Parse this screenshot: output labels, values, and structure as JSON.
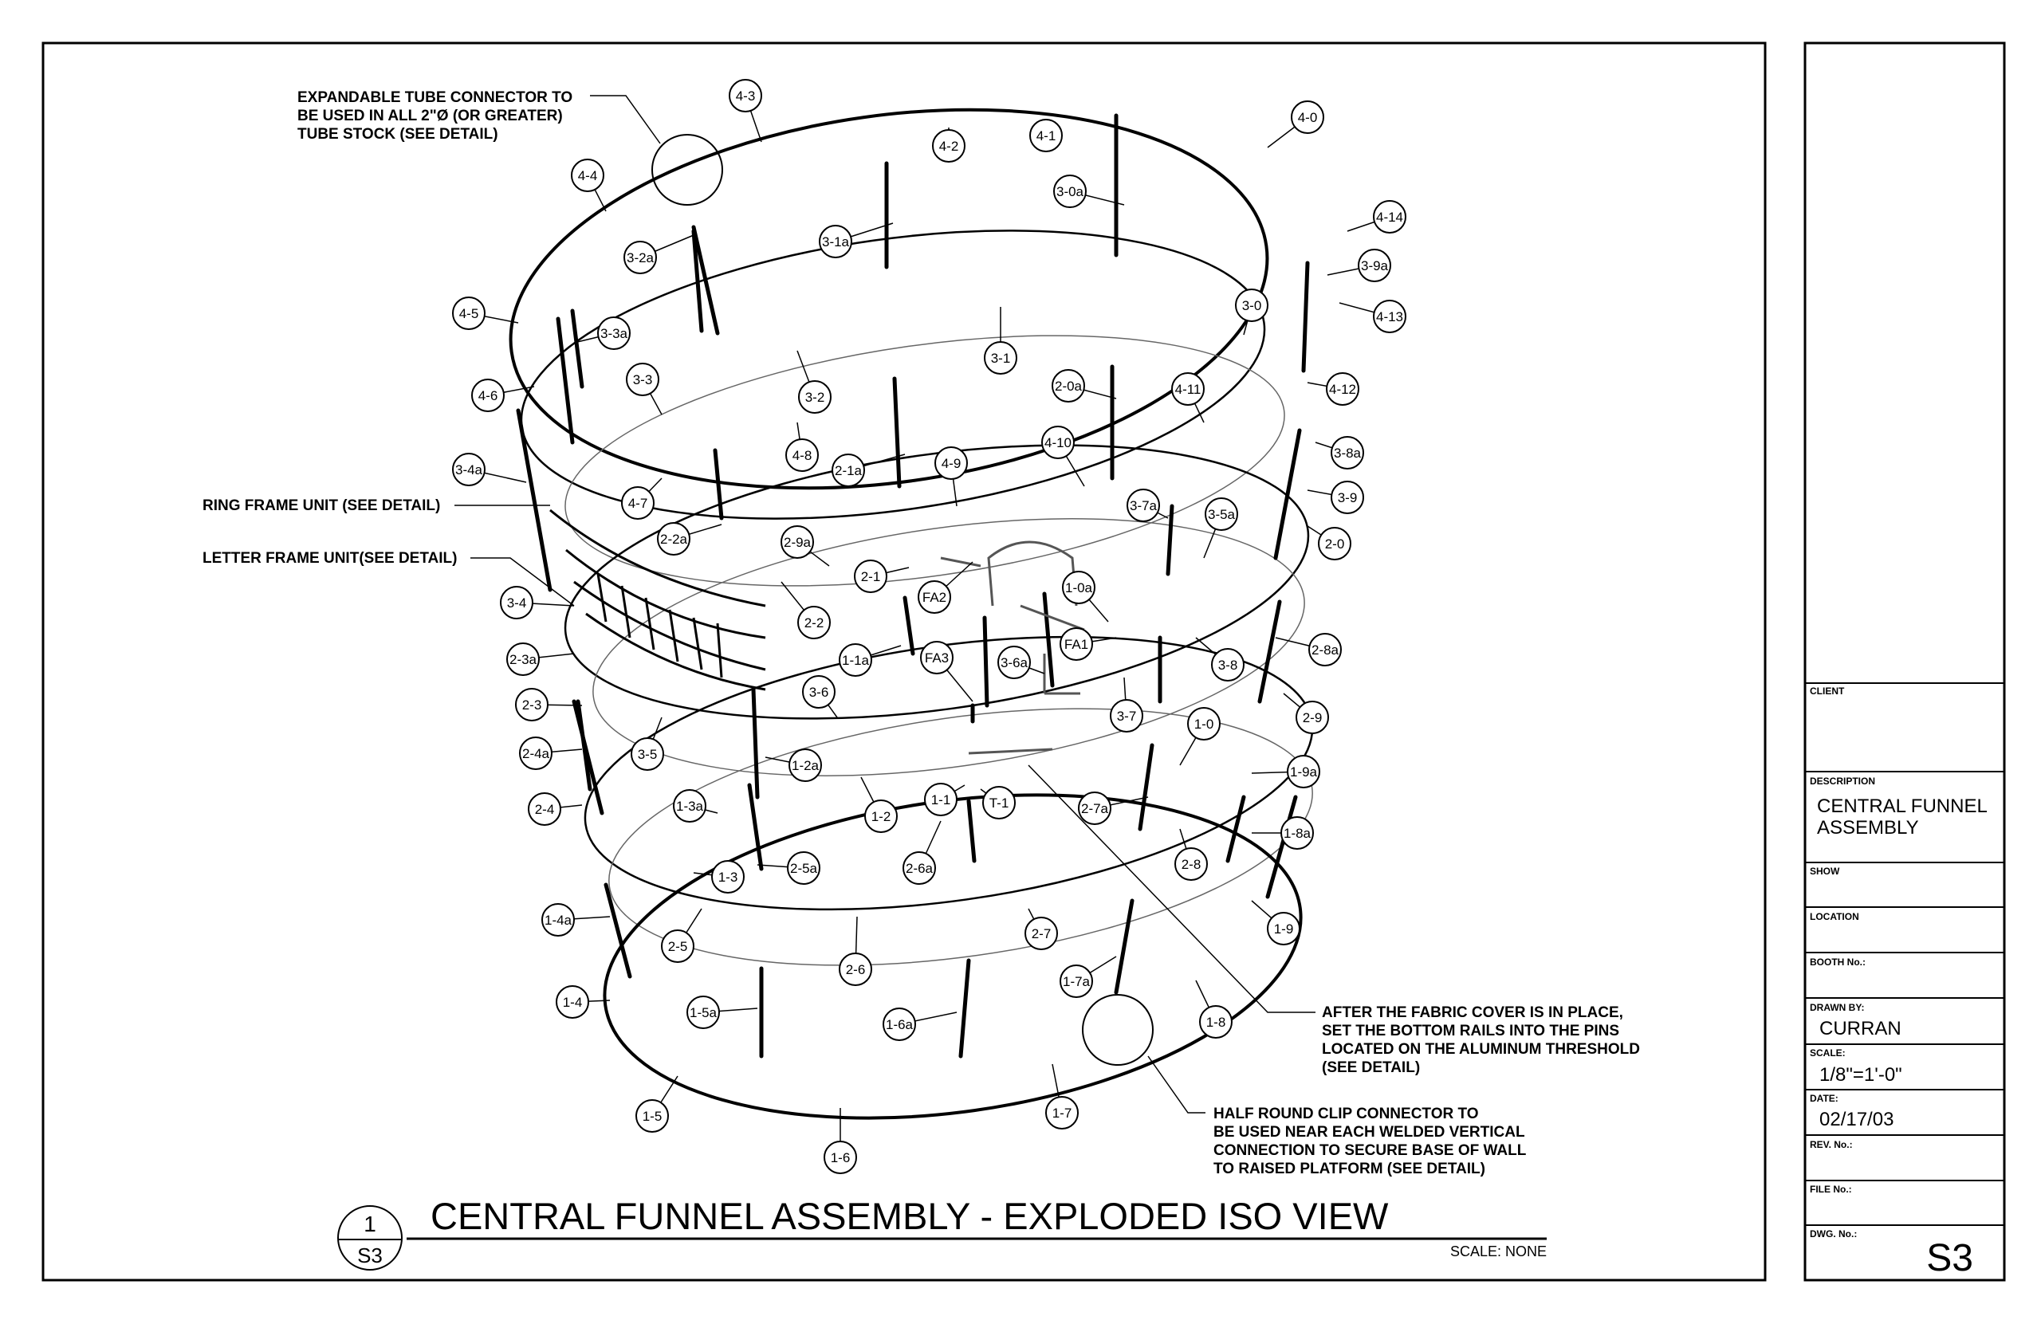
{
  "title": {
    "main": "CENTRAL FUNNEL ASSEMBLY - EXPLODED ISO VIEW",
    "scale": "SCALE: NONE",
    "bubble_top": "1",
    "bubble_bottom": "S3"
  },
  "notes": {
    "expandable": [
      "EXPANDABLE TUBE CONNECTOR TO",
      "BE USED IN ALL 2\"Ø (OR GREATER)",
      "TUBE STOCK (SEE DETAIL)"
    ],
    "ring_frame": "RING FRAME UNIT (SEE DETAIL)",
    "letter_frame": "LETTER FRAME UNIT(SEE DETAIL)",
    "fabric": [
      "AFTER THE FABRIC COVER IS IN PLACE,",
      "SET THE BOTTOM RAILS INTO THE PINS",
      "LOCATED ON THE ALUMINUM THRESHOLD",
      "(SEE DETAIL)"
    ],
    "half_round": [
      "HALF ROUND CLIP CONNECTOR TO",
      "BE USED NEAR EACH WELDED VERTICAL",
      "CONNECTION TO SECURE BASE OF WALL",
      "TO RAISED PLATFORM (SEE DETAIL)"
    ]
  },
  "callouts": [
    "4-3",
    "4-2",
    "4-1",
    "4-0",
    "4-4",
    "3-0a",
    "4-14",
    "3-1a",
    "3-2a",
    "3-9a",
    "3-0",
    "4-13",
    "4-5",
    "3-3a",
    "3-1",
    "4-6",
    "3-3",
    "3-2",
    "2-0a",
    "4-11",
    "4-12",
    "3-4a",
    "4-8",
    "4-10",
    "3-8a",
    "2-1a",
    "4-9",
    "4-7",
    "3-9",
    "3-7a",
    "2-2a",
    "3-5a",
    "2-0",
    "2-9a",
    "2-1",
    "1-0a",
    "FA2",
    "3-4",
    "2-2",
    "FA1",
    "2-8a",
    "FA3",
    "2-3a",
    "1-1a",
    "3-6a",
    "3-8",
    "3-6",
    "3-7",
    "2-9",
    "2-3",
    "1-0",
    "2-4a",
    "3-5",
    "1-2a",
    "1-9a",
    "1-3a",
    "1-1",
    "T-1",
    "2-4",
    "1-2",
    "2-7a",
    "1-8a",
    "2-5a",
    "2-6a",
    "1-3",
    "2-8",
    "1-4a",
    "1-9",
    "2-5",
    "2-7",
    "2-6",
    "1-7a",
    "1-4",
    "1-5a",
    "1-6a",
    "1-8",
    "1-5",
    "1-7",
    "1-6"
  ],
  "title_block": {
    "client_label": "CLIENT",
    "client_value": "",
    "description_label": "DESCRIPTION",
    "description_lines": [
      "CENTRAL FUNNEL",
      "ASSEMBLY"
    ],
    "show_label": "SHOW",
    "location_label": "LOCATION",
    "booth_label": "BOOTH No.:",
    "drawn_by_label": "DRAWN BY:",
    "drawn_by_value": "CURRAN",
    "scale_label": "SCALE:",
    "scale_value": "1/8\"=1'-0\"",
    "date_label": "DATE:",
    "date_value": "02/17/03",
    "rev_label": "REV. No.:",
    "file_label": "FILE No.:",
    "dwg_label": "DWG. No.:",
    "dwg_value": "S3"
  }
}
